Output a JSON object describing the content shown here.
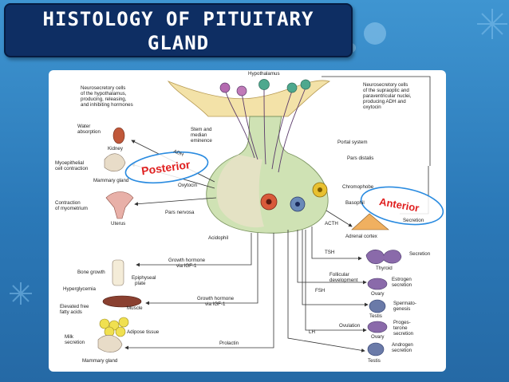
{
  "title": {
    "line1": "HISTOLOGY OF PITUITARY",
    "line2": "GLAND"
  },
  "callouts": {
    "posterior": "Posterior",
    "anterior": "Anterior"
  },
  "labels": {
    "hypothalamus": "Hypothalamus",
    "neuro_left_1": "Neurosecretory cells",
    "neuro_left_2": "of the hypothalamus,",
    "neuro_left_3": "producing, releasing,",
    "neuro_left_4": "and inhibiting hormones",
    "neuro_right_1": "Neurosecretory cells",
    "neuro_right_2": "of the supraoptic and",
    "neuro_right_3": "paraventricular nuclei,",
    "neuro_right_4": "producing ADH and",
    "neuro_right_5": "oxytocin",
    "stem_1": "Stem and",
    "stem_2": "median",
    "stem_3": "eminence",
    "portal": "Portal system",
    "pars_distalis": "Pars distalis",
    "chromophobe": "Chromophobe",
    "basophil": "Basophil",
    "secretion": "Secretion",
    "acth": "ACTH",
    "adrenal": "Adrenal cortex",
    "water_1": "Water",
    "water_2": "absorption",
    "kidney": "Kidney",
    "adh": "ADH",
    "myo_1": "Myoepithelial",
    "myo_2": "cell contraction",
    "mammary": "Mammary gland",
    "oxytocin": "Oxytocin",
    "contr_1": "Contraction",
    "contr_2": "of myometrium",
    "uterus": "Uterus",
    "pars_nervosa": "Pars nervosa",
    "acidophil": "Acidophil",
    "tsh": "TSH",
    "thyroid": "Thyroid",
    "secretion2": "Secretion",
    "gh1_1": "Growth hormone",
    "gh1_2": "via IGF-1",
    "bone_growth": "Bone growth",
    "epiph_1": "Epiphyseal",
    "epiph_2": "plate",
    "hyperglycemia": "Hyperglycemia",
    "muscle": "Muscle",
    "gh2_1": "Growth hormone",
    "gh2_2": "via IGF-1",
    "ffa_1": "Elevated free",
    "ffa_2": "fatty acids",
    "adipose": "Adipose tissue",
    "follicular_1": "Follicular",
    "follicular_2": "development",
    "fsh": "FSH",
    "estrogen_1": "Estrogen",
    "estrogen_2": "secretion",
    "ovary1": "Ovary",
    "sperm_1": "Spermato-",
    "sperm_2": "genesis",
    "testis1": "Testis",
    "ovulation": "Ovulation",
    "proges_1": "Proges-",
    "proges_2": "terone",
    "proges_3": "secretion",
    "ovary2": "Ovary",
    "lh": "LH",
    "milk_1": "Milk",
    "milk_2": "secretion",
    "prolactin": "Prolactin",
    "androgen_1": "Androgen",
    "androgen_2": "secretion",
    "mammary2": "Mammary gland",
    "testis2": "Testis"
  },
  "colors": {
    "title_bg": "#0e2e63",
    "background": "#2f7fbd",
    "callout_border": "#2a8be0",
    "callout_text": "#e02020"
  }
}
